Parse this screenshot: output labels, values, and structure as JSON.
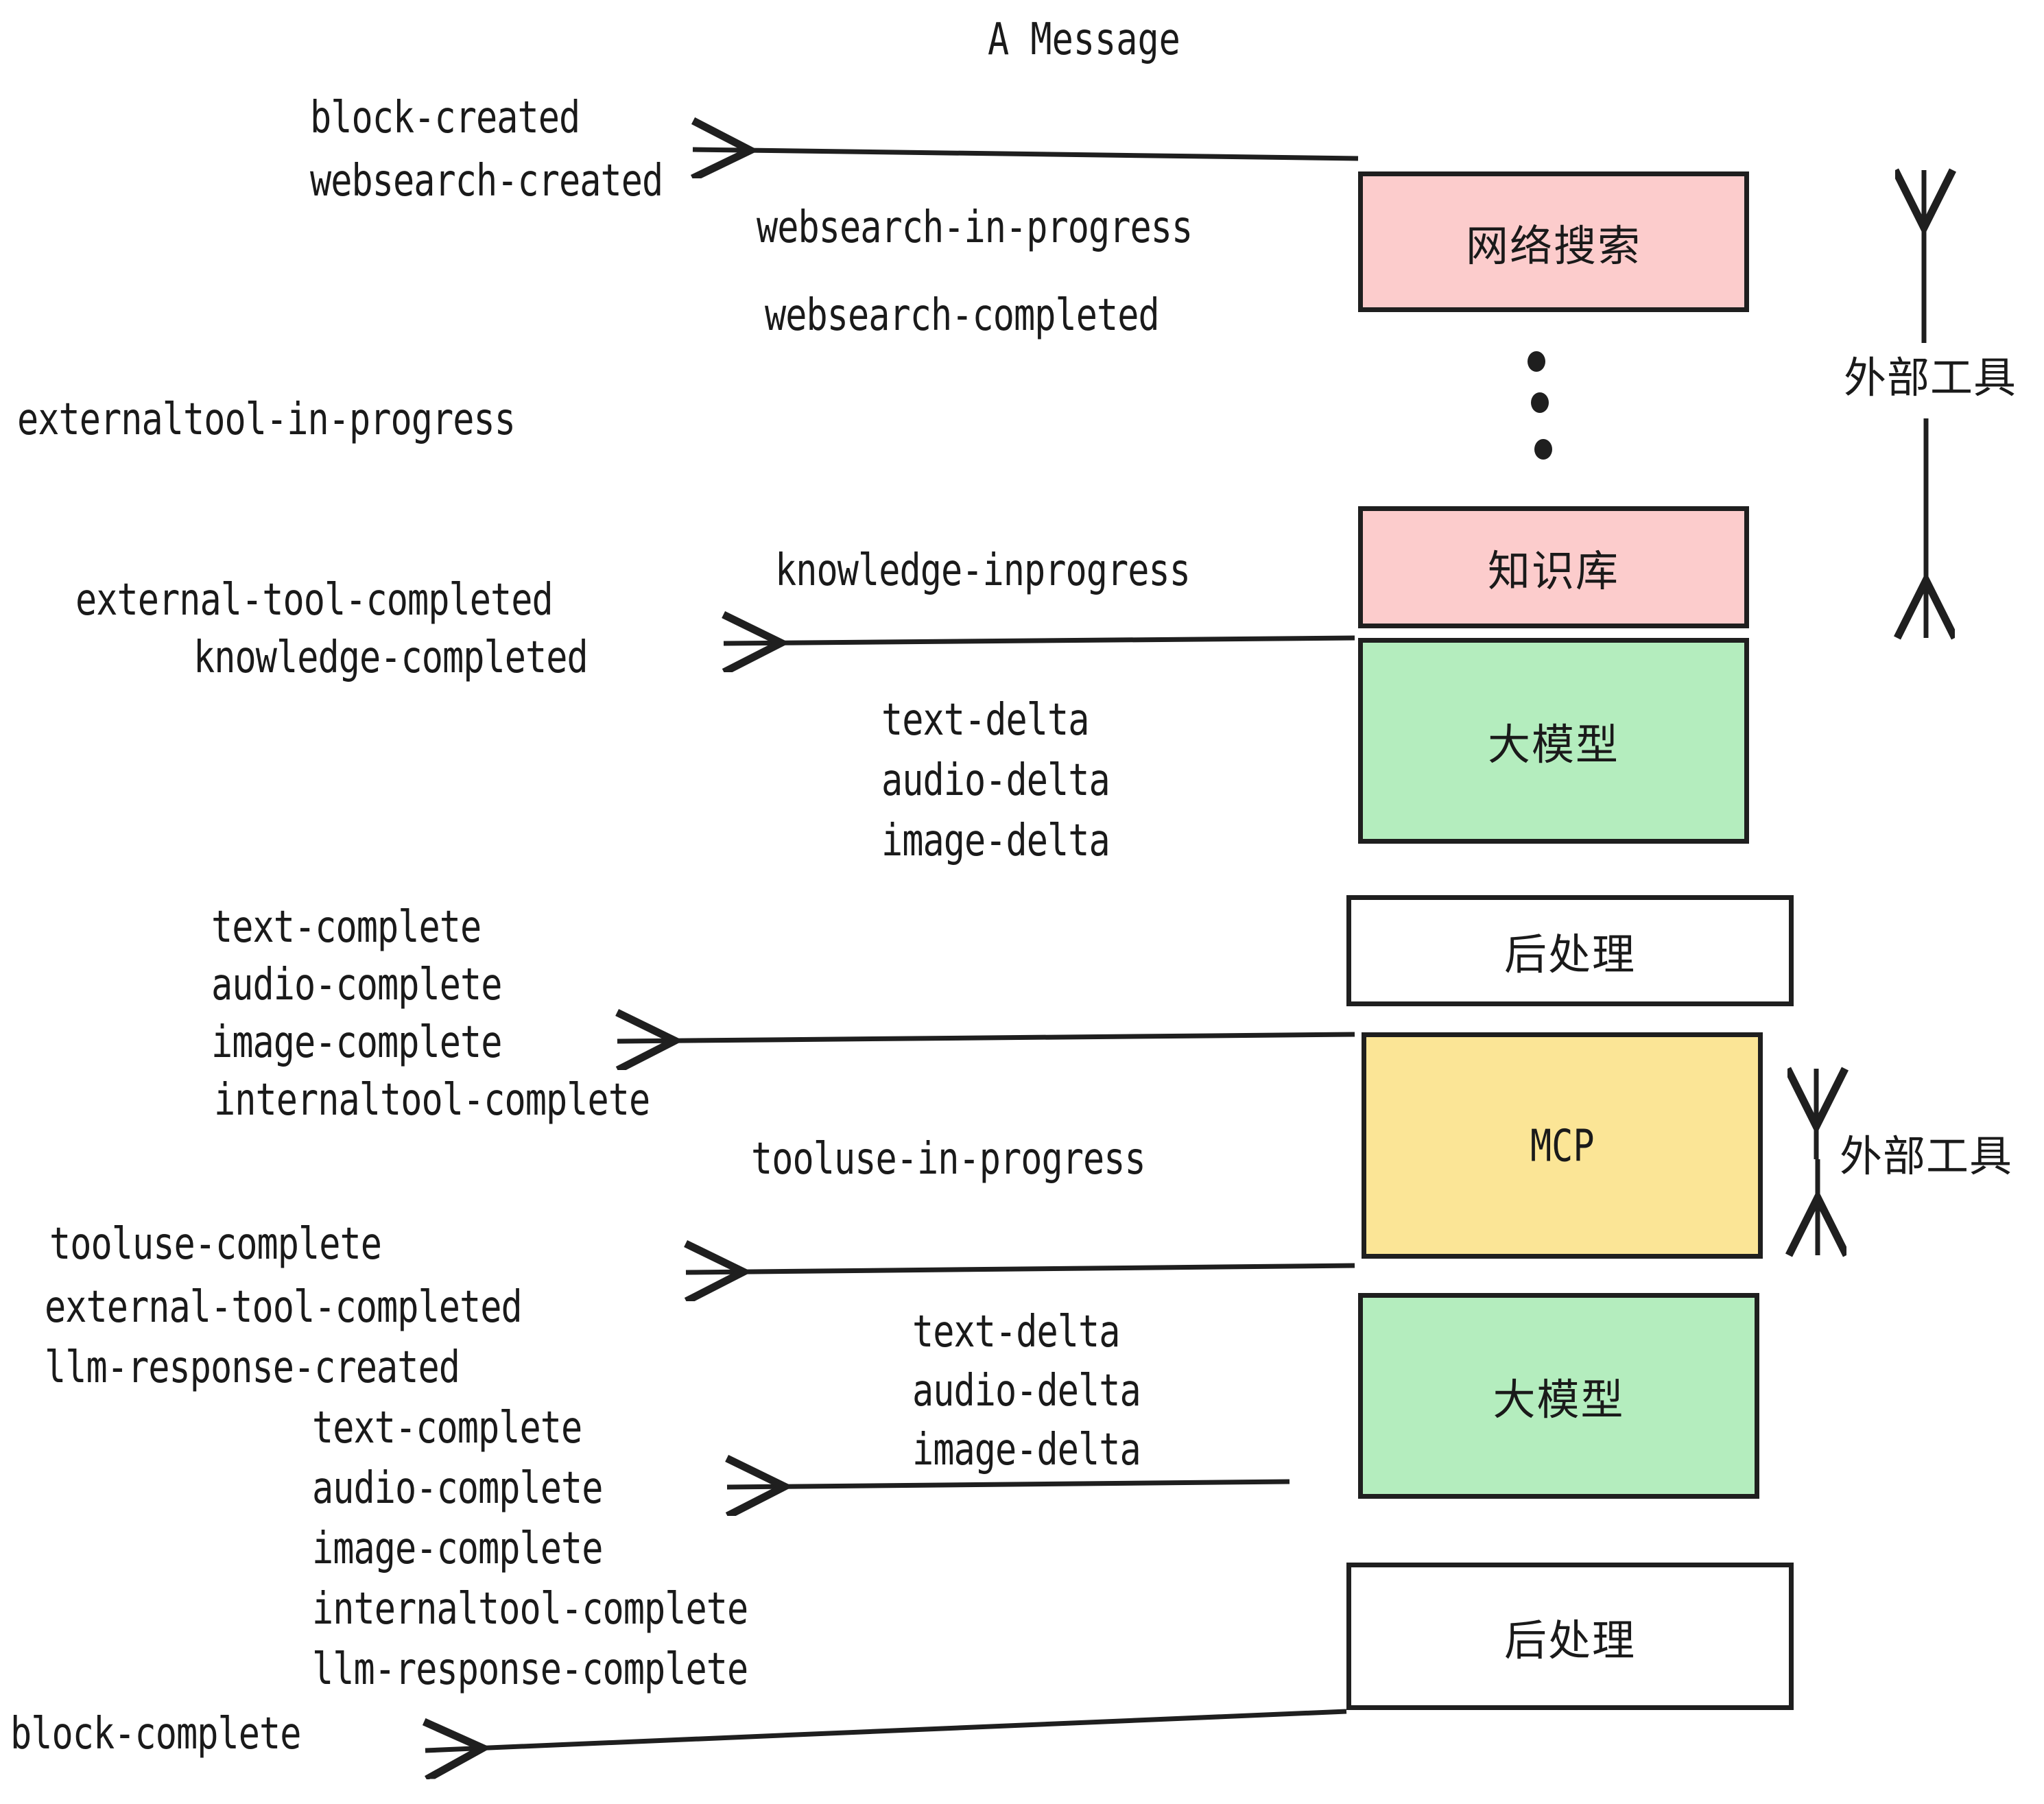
{
  "title": "A Message",
  "colors": {
    "pink": "#fccccc",
    "green": "#b4edbe",
    "yellow": "#fbe596",
    "white": "#ffffff",
    "stroke": "#1f1f1f",
    "text": "#1a1a1a"
  },
  "nodes": [
    {
      "id": "websearch",
      "label": "网络搜索",
      "fill": "#fccccc",
      "lang": "cn"
    },
    {
      "id": "knowledge",
      "label": "知识库",
      "fill": "#fccccc",
      "lang": "cn"
    },
    {
      "id": "llm_top",
      "label": "大模型",
      "fill": "#b4edbe",
      "lang": "cn"
    },
    {
      "id": "postprocess_top",
      "label": "后处理",
      "fill": "#ffffff",
      "lang": "cn"
    },
    {
      "id": "mcp",
      "label": "MCP",
      "fill": "#fbe596",
      "lang": "en"
    },
    {
      "id": "llm_bottom",
      "label": "大模型",
      "fill": "#b4edbe",
      "lang": "cn"
    },
    {
      "id": "postprocess_bottom",
      "label": "后处理",
      "fill": "#ffffff",
      "lang": "cn"
    }
  ],
  "side_labels": [
    {
      "id": "external-tool-top",
      "text": "外部工具"
    },
    {
      "id": "external-tool-bottom",
      "text": "外部工具"
    }
  ],
  "events": [
    {
      "id": "block-created",
      "text": "block-created"
    },
    {
      "id": "websearch-created",
      "text": "websearch-created"
    },
    {
      "id": "websearch-in-progress",
      "text": "websearch-in-progress"
    },
    {
      "id": "websearch-completed",
      "text": "websearch-completed"
    },
    {
      "id": "externaltool-in-progress",
      "text": "externaltool-in-progress"
    },
    {
      "id": "knowledge-inprogress",
      "text": "knowledge-inprogress"
    },
    {
      "id": "external-tool-completed-1",
      "text": "external-tool-completed"
    },
    {
      "id": "knowledge-completed",
      "text": "knowledge-completed"
    },
    {
      "id": "text-delta-1",
      "text": "text-delta"
    },
    {
      "id": "audio-delta-1",
      "text": "audio-delta"
    },
    {
      "id": "image-delta-1",
      "text": "image-delta"
    },
    {
      "id": "text-complete-1",
      "text": "text-complete"
    },
    {
      "id": "audio-complete-1",
      "text": "audio-complete"
    },
    {
      "id": "image-complete-1",
      "text": "image-complete"
    },
    {
      "id": "internaltool-complete-1",
      "text": "internaltool-complete"
    },
    {
      "id": "tooluse-in-progress",
      "text": "tooluse-in-progress"
    },
    {
      "id": "tooluse-complete",
      "text": "tooluse-complete"
    },
    {
      "id": "external-tool-completed-2",
      "text": "external-tool-completed"
    },
    {
      "id": "llm-response-created",
      "text": "llm-response-created"
    },
    {
      "id": "text-delta-2",
      "text": "text-delta"
    },
    {
      "id": "audio-delta-2",
      "text": "audio-delta"
    },
    {
      "id": "image-delta-2",
      "text": "image-delta"
    },
    {
      "id": "text-complete-2",
      "text": "text-complete"
    },
    {
      "id": "audio-complete-2",
      "text": "audio-complete"
    },
    {
      "id": "image-complete-2",
      "text": "image-complete"
    },
    {
      "id": "internaltool-complete-2",
      "text": "internaltool-complete"
    },
    {
      "id": "llm-response-complete",
      "text": "llm-response-complete"
    },
    {
      "id": "block-complete",
      "text": "block-complete"
    }
  ]
}
